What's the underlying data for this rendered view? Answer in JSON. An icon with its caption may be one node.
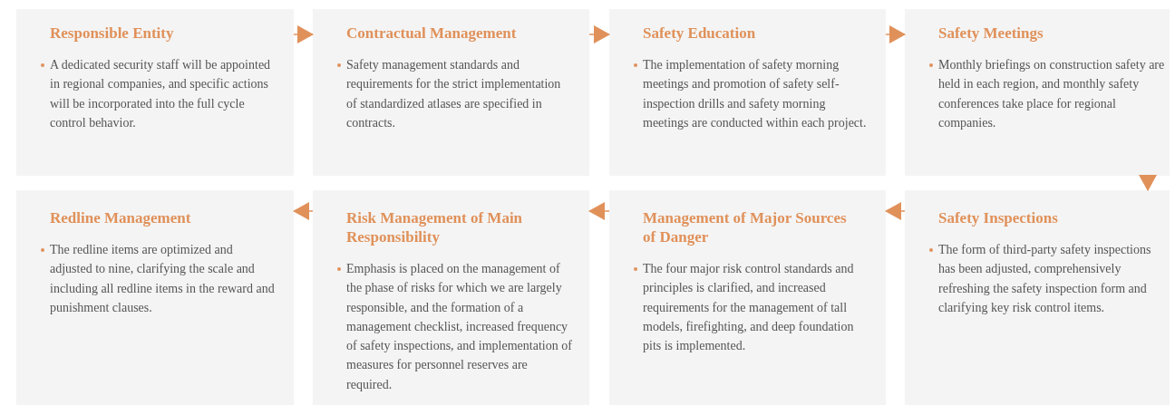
{
  "diagram": {
    "nodes": [
      {
        "text": [
          "Responsible Entity",
          "A dedicated security staff will be appointed in regional companies, and specific actions will be incorporated into the full cycle control behavior."
        ]
      },
      {
        "text": [
          "Contractual Management",
          "Safety management standards and requirements for the strict implementation of standardized atlases are specified in contracts."
        ]
      },
      {
        "text": [
          "Safety Education",
          "The implementation of safety morning meetings and promotion of safety self-inspection drills and safety morning meetings are conducted within each project."
        ]
      },
      {
        "text": [
          "Safety Meetings",
          "Monthly briefings on construction safety are held in each region, and monthly safety conferences take place for regional companies."
        ]
      },
      {
        "text": [
          "Redline Management",
          "The redline items are optimized and adjusted to nine, clarifying the scale and including all redline items in the reward and punishment clauses."
        ]
      },
      {
        "text": [
          "Risk Management of Main Responsibility",
          "Emphasis is placed on the management of the phase of risks for which we are largely responsible, and the formation of a management checklist, increased frequency of safety inspections, and implementation of measures for personnel reserves are required."
        ]
      },
      {
        "text": [
          "Management of Major Sources of Danger",
          "The four major risk control standards and principles is clarified, and increased requirements for the management of tall models, firefighting, and deep foundation pits is implemented."
        ]
      },
      {
        "text": [
          "Safety Inspections",
          "The form of third-party safety inspections has been adjusted, comprehensively refreshing the safety inspection form and clarifying key risk control items."
        ]
      }
    ],
    "edges": [
      {
        "from": 0,
        "to": 1,
        "arrow": "to"
      },
      {
        "from": 1,
        "to": 2,
        "arrow": "to"
      },
      {
        "from": 2,
        "to": 3,
        "arrow": "to"
      },
      {
        "from": 3,
        "to": 7,
        "arrow": "to"
      },
      {
        "from": 7,
        "to": 6,
        "arrow": "to"
      },
      {
        "from": 6,
        "to": 5,
        "arrow": "to"
      },
      {
        "from": 5,
        "to": 4,
        "arrow": "to"
      }
    ]
  }
}
